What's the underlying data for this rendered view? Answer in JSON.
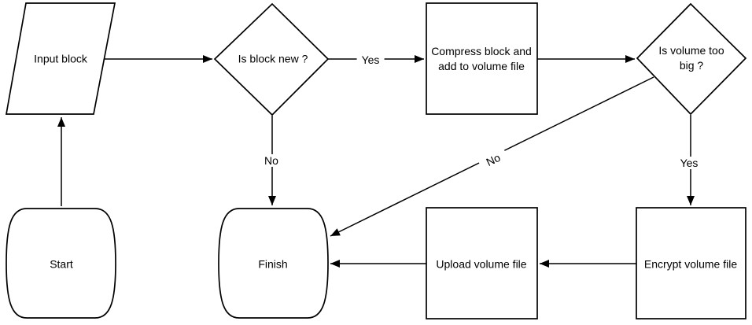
{
  "diagram": {
    "type": "flowchart",
    "colors": {
      "stroke": "#000000",
      "fill": "#ffffff",
      "text": "#000000"
    }
  },
  "nodes": {
    "start": {
      "label": "Start",
      "shape": "terminator"
    },
    "input_block": {
      "label": "Input block",
      "shape": "input-parallelogram"
    },
    "is_block_new": {
      "label": "Is block new ?",
      "shape": "decision-diamond"
    },
    "compress_block": {
      "label": "Compress block and add to volume file",
      "shape": "process-rectangle"
    },
    "is_volume_too_big": {
      "label": "Is volume too big ?",
      "shape": "decision-diamond"
    },
    "encrypt_volume_file": {
      "label": "Encrypt volume file",
      "shape": "process-rectangle"
    },
    "upload_volume_file": {
      "label": "Upload volume file",
      "shape": "process-rectangle"
    },
    "finish": {
      "label": "Finish",
      "shape": "terminator"
    }
  },
  "edge_labels": {
    "is_block_new_yes": "Yes",
    "is_block_new_no": "No",
    "is_volume_too_big_yes": "Yes",
    "is_volume_too_big_no": "No"
  }
}
